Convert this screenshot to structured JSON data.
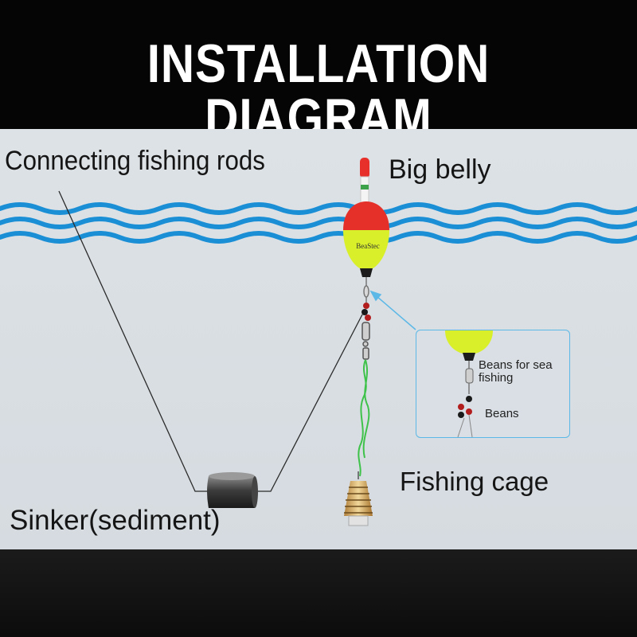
{
  "header": {
    "title": "INSTALLATION DIAGRAM"
  },
  "labels": {
    "connecting_rods": "Connecting fishing rods",
    "big_belly": "Big belly",
    "fishing_cage": "Fishing cage",
    "sinker": "Sinker(sediment)"
  },
  "inset": {
    "beans_for_sea_fishing": "Beans for sea fishing",
    "beans": "Beans"
  },
  "float_brand": "BeaStec",
  "colors": {
    "water": "#1a8fd6",
    "float_top": "#e5302a",
    "float_bottom": "#d8ef2a",
    "callout": "#5cb8e6",
    "cage": "#c9a25a"
  }
}
